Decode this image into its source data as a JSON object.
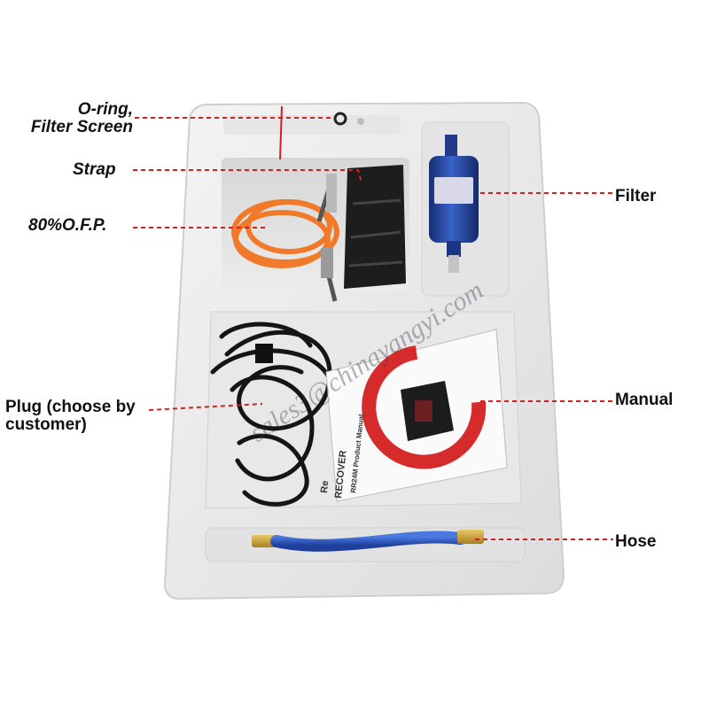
{
  "labels": {
    "oring_line1": "O-ring,",
    "oring_line2": "Filter Screen",
    "strap": "Strap",
    "ofp": "80%O.F.P.",
    "filter": "Filter",
    "plug_line1": "Plug (choose by",
    "plug_line2": "customer)",
    "manual": "Manual",
    "hose": "Hose"
  },
  "manual_cover": {
    "line1": "RECOVER",
    "line2": "RR24M  Product Manual",
    "line3": "Re"
  },
  "watermark": "sales3@chinayangyi.com",
  "colors": {
    "leader_line": "#d22020",
    "foam": "#eeeeee",
    "filter_blue": "#1c3f9e",
    "hose_orange": "#f07a2a",
    "hose_blue": "#2a55c8",
    "brass": "#c9a23a"
  }
}
